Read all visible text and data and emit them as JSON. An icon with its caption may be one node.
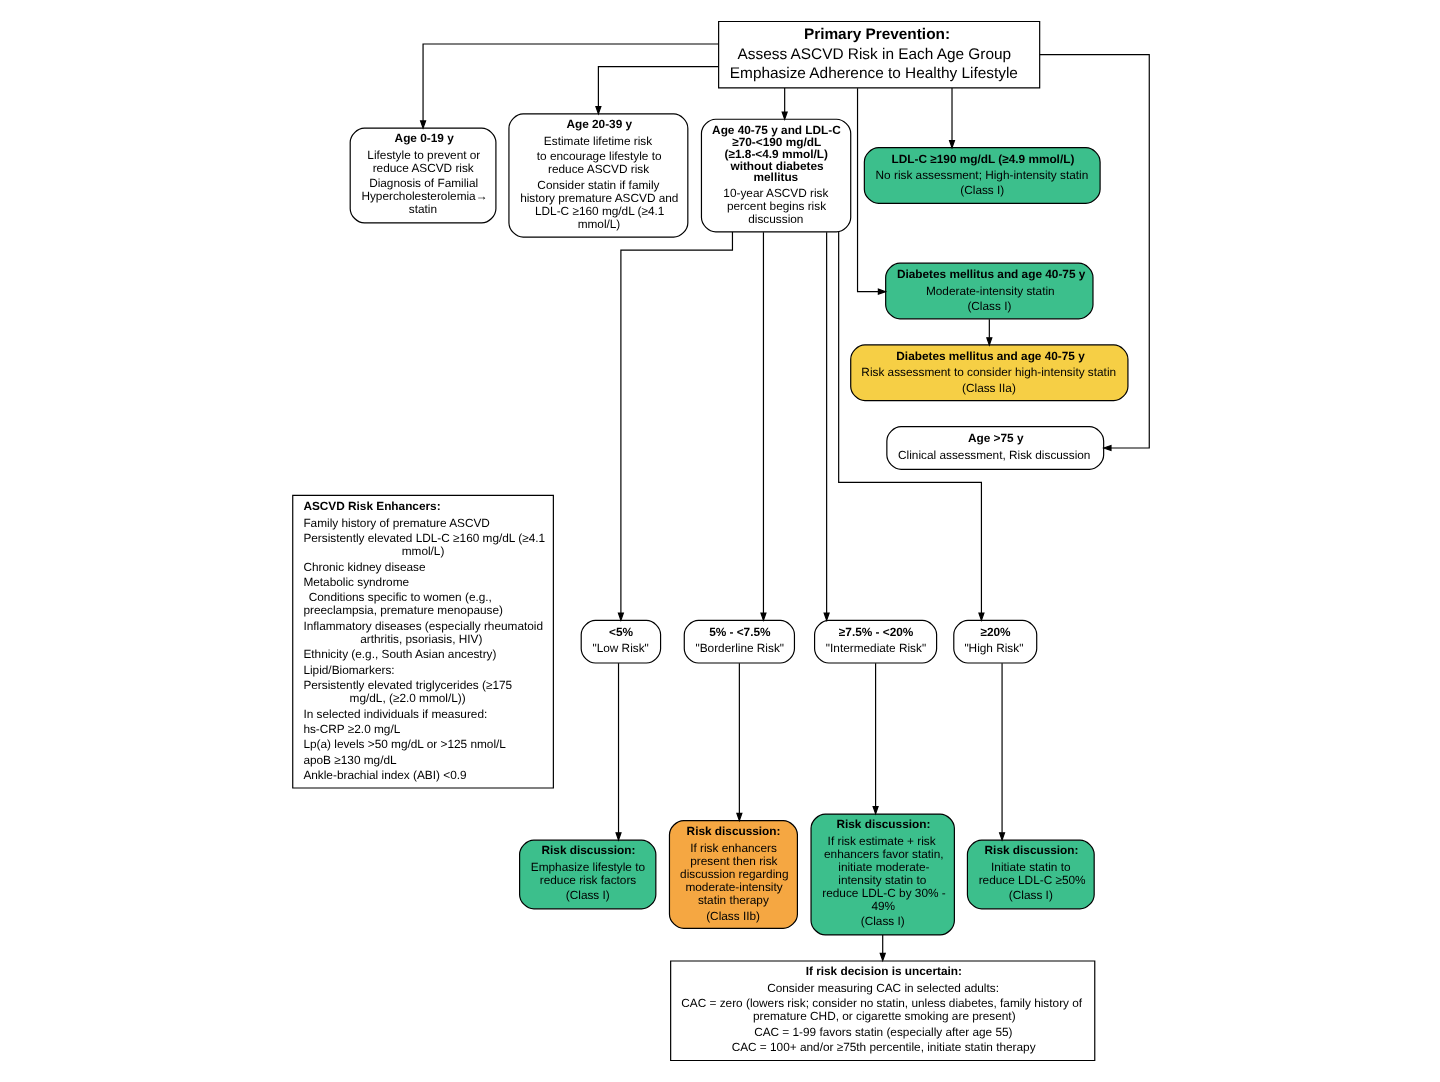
{
  "diagram": {
    "nodes": [
      {
        "text": [
          "Primary Prevention:",
          "Assess ASCVD Risk in Each Age Group",
          "Emphasize Adherence to Healthy Lifestyle"
        ]
      },
      {
        "text": [
          "Age 0-19 y",
          "Lifestyle to prevent or reduce ASCVD risk",
          "Diagnosis of Familial Hypercholesterolemia→ statin"
        ]
      },
      {
        "text": [
          "Age 20-39 y",
          "Estimate lifetime risk",
          "to encourage lifestyle to reduce ASCVD risk",
          "Consider statin if family history premature ASCVD and LDL-C ≥160 mg/dL (≥4.1 mmol/L)"
        ]
      },
      {
        "text": [
          "Age 40-75 y and LDL-C ≥70-<190 mg/dL (≥1.8-<4.9 mmol/L) without diabetes mellitus",
          "10-year ASCVD risk percent begins risk discussion"
        ]
      },
      {
        "text": [
          "LDL-C ≥190 mg/dL (≥4.9 mmol/L)",
          "No risk assessment; High-intensity statin",
          "(Class I)"
        ]
      },
      {
        "text": [
          "Diabetes mellitus and age 40-75 y",
          "Moderate-intensity statin",
          "(Class I)"
        ]
      },
      {
        "text": [
          "Diabetes mellitus and age 40-75 y",
          "Risk assessment to consider high-intensity statin",
          "(Class IIa)"
        ]
      },
      {
        "text": [
          "Age >75 y",
          "Clinical assessment, Risk discussion"
        ]
      },
      {
        "text": [
          "ASCVD Risk Enhancers:",
          "Family history of premature ASCVD",
          "Persistently elevated LDL-C ≥160 mg/dL (≥4.1 mmol/L)",
          "Chronic kidney disease",
          "Metabolic syndrome",
          "Conditions specific to women (e.g., preeclampsia, premature menopause)",
          "Inflammatory diseases (especially rheumatoid arthritis, psoriasis, HIV)",
          "Ethnicity (e.g., South Asian ancestry)",
          "Lipid/Biomarkers:",
          "Persistently elevated triglycerides (≥175 mg/dL, (≥2.0 mmol/L))",
          "In selected individuals if measured:",
          "hs-CRP ≥2.0 mg/L",
          "Lp(a) levels >50 mg/dL or >125 nmol/L",
          "apoB ≥130 mg/dL",
          "Ankle-brachial index (ABI) <0.9"
        ]
      },
      {
        "text": [
          "<5%",
          "\"Low Risk\""
        ]
      },
      {
        "text": [
          "5% - <7.5%",
          "\"Borderline Risk\""
        ]
      },
      {
        "text": [
          "≥7.5% - <20%",
          "\"Intermediate Risk\""
        ]
      },
      {
        "text": [
          "≥20%",
          "\"High Risk\""
        ]
      },
      {
        "text": [
          "Risk discussion:",
          "Emphasize lifestyle to reduce risk factors",
          "(Class I)"
        ]
      },
      {
        "text": [
          "Risk discussion:",
          "If risk enhancers present then risk discussion regarding moderate-intensity statin therapy",
          "(Class IIb)"
        ]
      },
      {
        "text": [
          "Risk discussion:",
          "If risk estimate + risk enhancers favor statin, initiate moderate-intensity statin to reduce LDL-C by 30% - 49%",
          "(Class I)"
        ]
      },
      {
        "text": [
          "Risk discussion:",
          "Initiate statin to reduce LDL-C ≥50%",
          "(Class I)"
        ]
      },
      {
        "text": [
          "If risk decision is uncertain:",
          "Consider measuring CAC in selected adults:",
          "CAC = zero (lowers risk; consider no statin, unless diabetes, family history of premature CHD, or cigarette smoking are present)",
          "CAC = 1-99 favors statin (especially after age 55)",
          "CAC = 100+ and/or ≥75th percentile, initiate statin therapy"
        ]
      }
    ],
    "edges": [
      {
        "from": 0,
        "to": 1,
        "arrow": "to"
      },
      {
        "from": 0,
        "to": 2,
        "arrow": "to"
      },
      {
        "from": 0,
        "to": 3,
        "arrow": "to"
      },
      {
        "from": 0,
        "to": 4,
        "arrow": "to"
      },
      {
        "from": 0,
        "to": 5,
        "arrow": "to"
      },
      {
        "from": 0,
        "to": 7,
        "arrow": "to"
      },
      {
        "from": 5,
        "to": 6,
        "arrow": "to"
      },
      {
        "from": 3,
        "to": 9,
        "arrow": "to"
      },
      {
        "from": 3,
        "to": 10,
        "arrow": "to"
      },
      {
        "from": 3,
        "to": 11,
        "arrow": "to"
      },
      {
        "from": 3,
        "to": 12,
        "arrow": "to"
      },
      {
        "from": 9,
        "to": 13,
        "arrow": "to"
      },
      {
        "from": 10,
        "to": 14,
        "arrow": "to"
      },
      {
        "from": 11,
        "to": 15,
        "arrow": "to"
      },
      {
        "from": 12,
        "to": 16,
        "arrow": "to"
      },
      {
        "from": 15,
        "to": 17,
        "arrow": "to"
      }
    ]
  }
}
